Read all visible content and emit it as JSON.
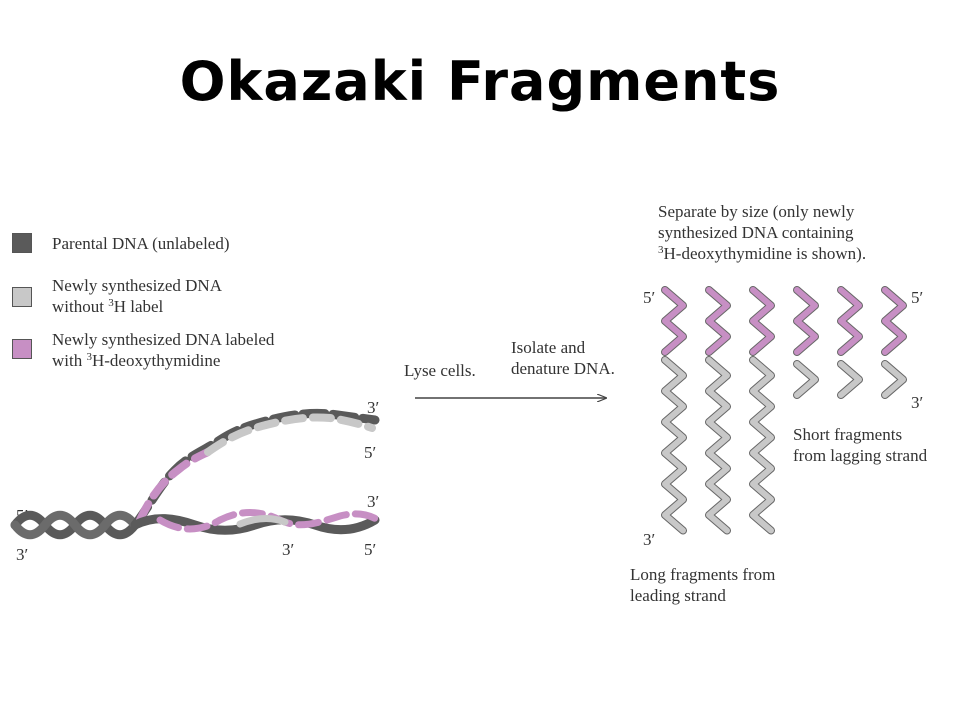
{
  "title": "Okazaki Fragments",
  "colors": {
    "parental": "#5a5a5a",
    "unlabeled_new": "#c8c8c8",
    "labeled_new": "#c78fc4"
  },
  "legend": [
    {
      "name": "parental",
      "lines": [
        "Parental DNA (unlabeled)"
      ]
    },
    {
      "name": "unlabeled",
      "lines": [
        "Newly synthesized DNA",
        "without ",
        "3",
        "H label"
      ]
    },
    {
      "name": "labeled",
      "lines": [
        "Newly synthesized DNA labeled",
        "with ",
        "3",
        "H-deoxythymidine"
      ]
    }
  ],
  "steps": {
    "lyse": "Lyse cells.",
    "isolate_line1": "Isolate and",
    "isolate_line2": "denature DNA."
  },
  "separate_note": {
    "line1": "Separate by size (only newly",
    "line2": "synthesized DNA containing",
    "line3_sup": "3",
    "line3_rest": "H-deoxythymidine is shown)."
  },
  "fragment_labels": {
    "short_line1": "Short fragments",
    "short_line2": "from lagging strand",
    "long_line1": "Long fragments from",
    "long_line2": "leading strand"
  },
  "ends": {
    "five_prime": "5′",
    "three_prime": "3′"
  }
}
